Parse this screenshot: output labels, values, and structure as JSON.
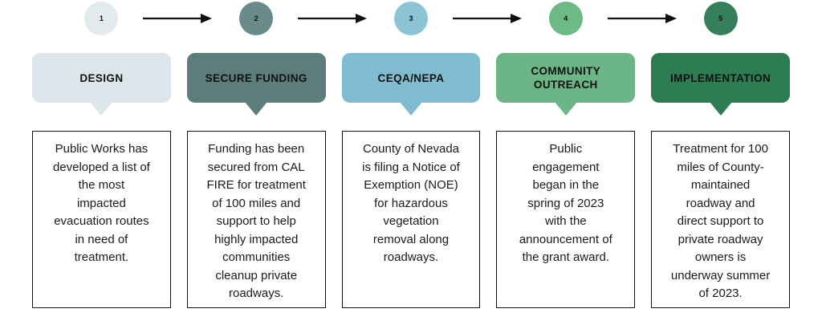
{
  "diagram": {
    "arrow_color": "#111111",
    "steps": [
      {
        "number": "1",
        "label": "DESIGN",
        "description": "Public Works has\ndeveloped a list of\nthe most\nimpacted\nevacuation routes\nin need of\ntreatment.",
        "circle_color": "#e3eaee",
        "box_color": "#dde6eb"
      },
      {
        "number": "2",
        "label": "SECURE FUNDING",
        "description": "Funding has been\nsecured from CAL\nFIRE for treatment\nof 100 miles and\nsupport to help\nhighly impacted\ncommunities\ncleanup private\nroadways.",
        "circle_color": "#698b8b",
        "box_color": "#5d7c7c"
      },
      {
        "number": "3",
        "label": "CEQA/NEPA",
        "description": "County of Nevada\nis filing a Notice of\nExemption (NOE)\nfor hazardous\nvegetation\nremoval along\nroadways.",
        "circle_color": "#8cc3d5",
        "box_color": "#80bcd0"
      },
      {
        "number": "4",
        "label": "COMMUNITY\nOUTREACH",
        "description": "Public\nengagement\nbegan in the\nspring of 2023\nwith the\nannouncement of\nthe grant award.",
        "circle_color": "#6eba87",
        "box_color": "#6cb586"
      },
      {
        "number": "5",
        "label": "IMPLEMENTATION",
        "description": "Treatment for 100\nmiles of County-\nmaintained\nroadway and\ndirect support to\nprivate roadway\nowners is\nunderway summer\nof 2023.",
        "circle_color": "#35805b",
        "box_color": "#2e7d52"
      }
    ]
  }
}
